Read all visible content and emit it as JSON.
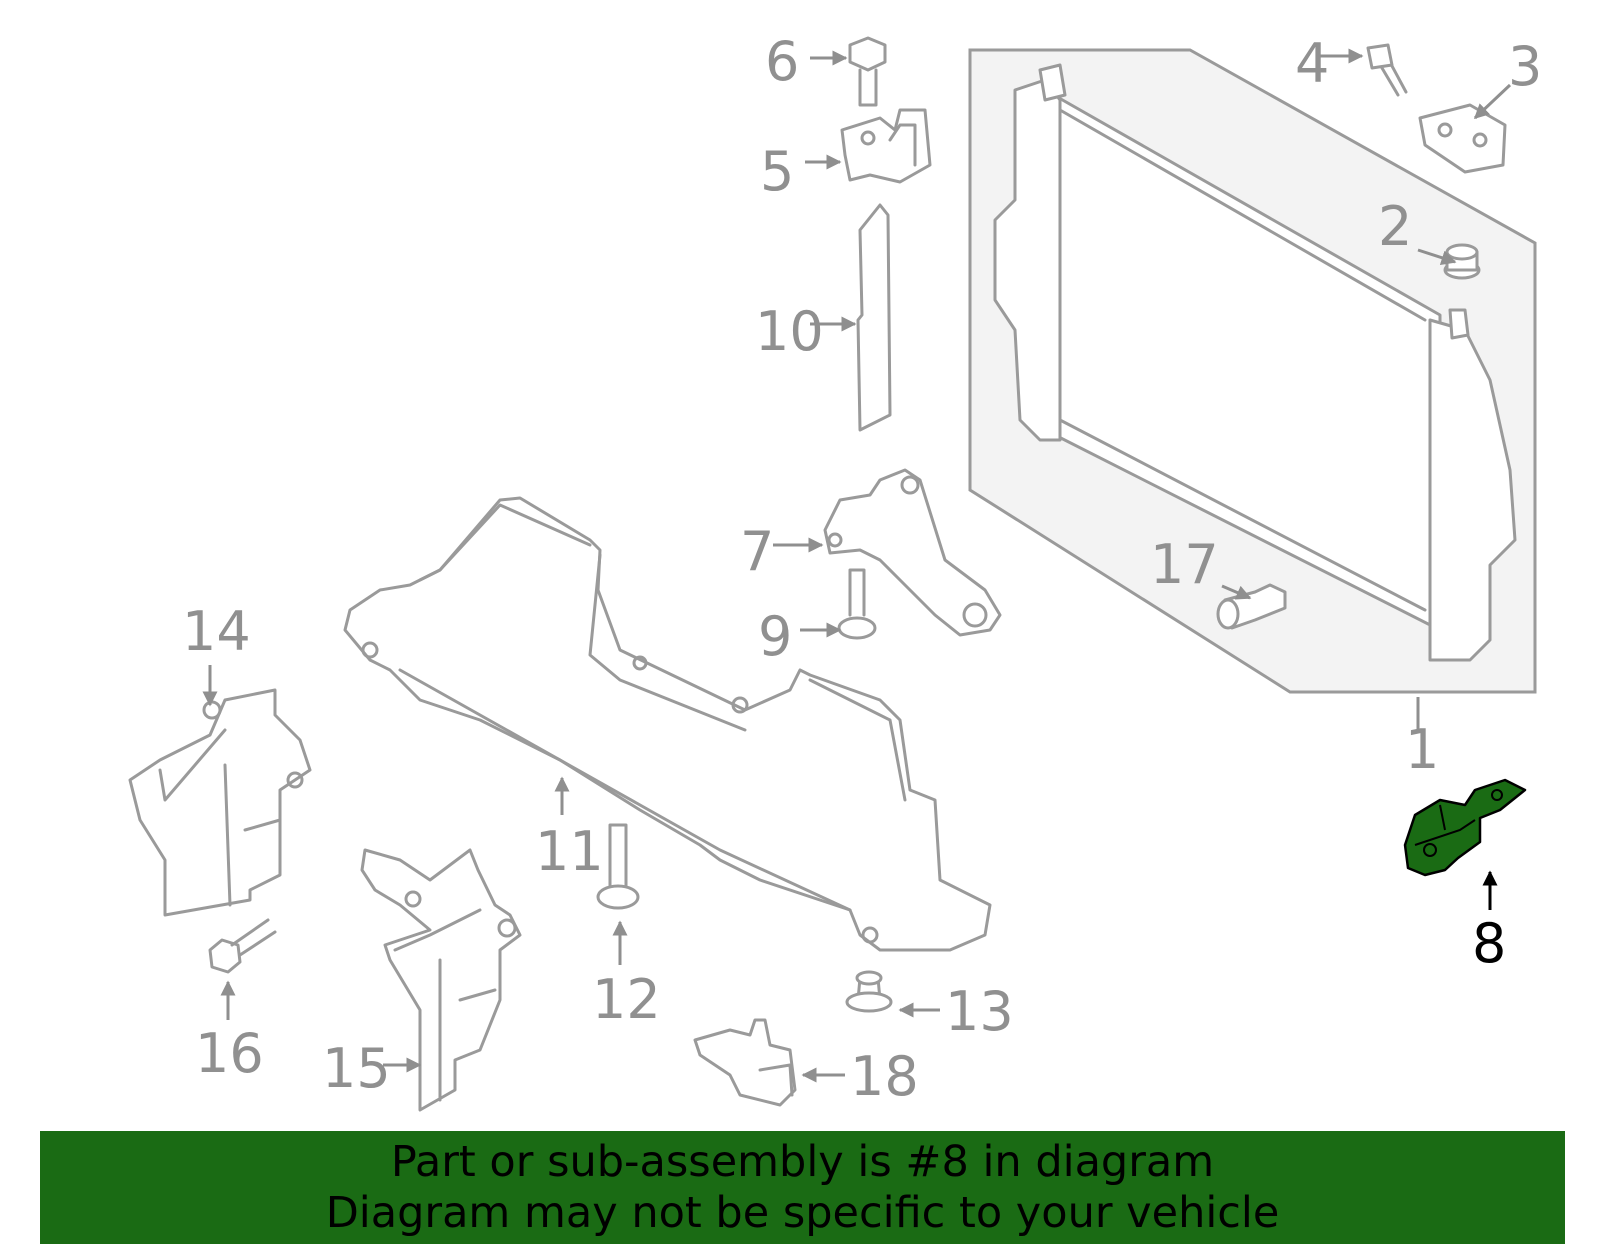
{
  "callouts": {
    "c1": "1",
    "c2": "2",
    "c3": "3",
    "c4": "4",
    "c5": "5",
    "c6": "6",
    "c7": "7",
    "c8": "8",
    "c9": "9",
    "c10": "10",
    "c11": "11",
    "c12": "12",
    "c13": "13",
    "c14": "14",
    "c15": "15",
    "c16": "16",
    "c17": "17",
    "c18": "18"
  },
  "highlight": {
    "part": "8",
    "color": "#1a6b14"
  },
  "banner": {
    "line1": "Part or sub-assembly is #8 in diagram",
    "line2": "Diagram may not be specific to your vehicle",
    "background": "#1a6b14"
  }
}
